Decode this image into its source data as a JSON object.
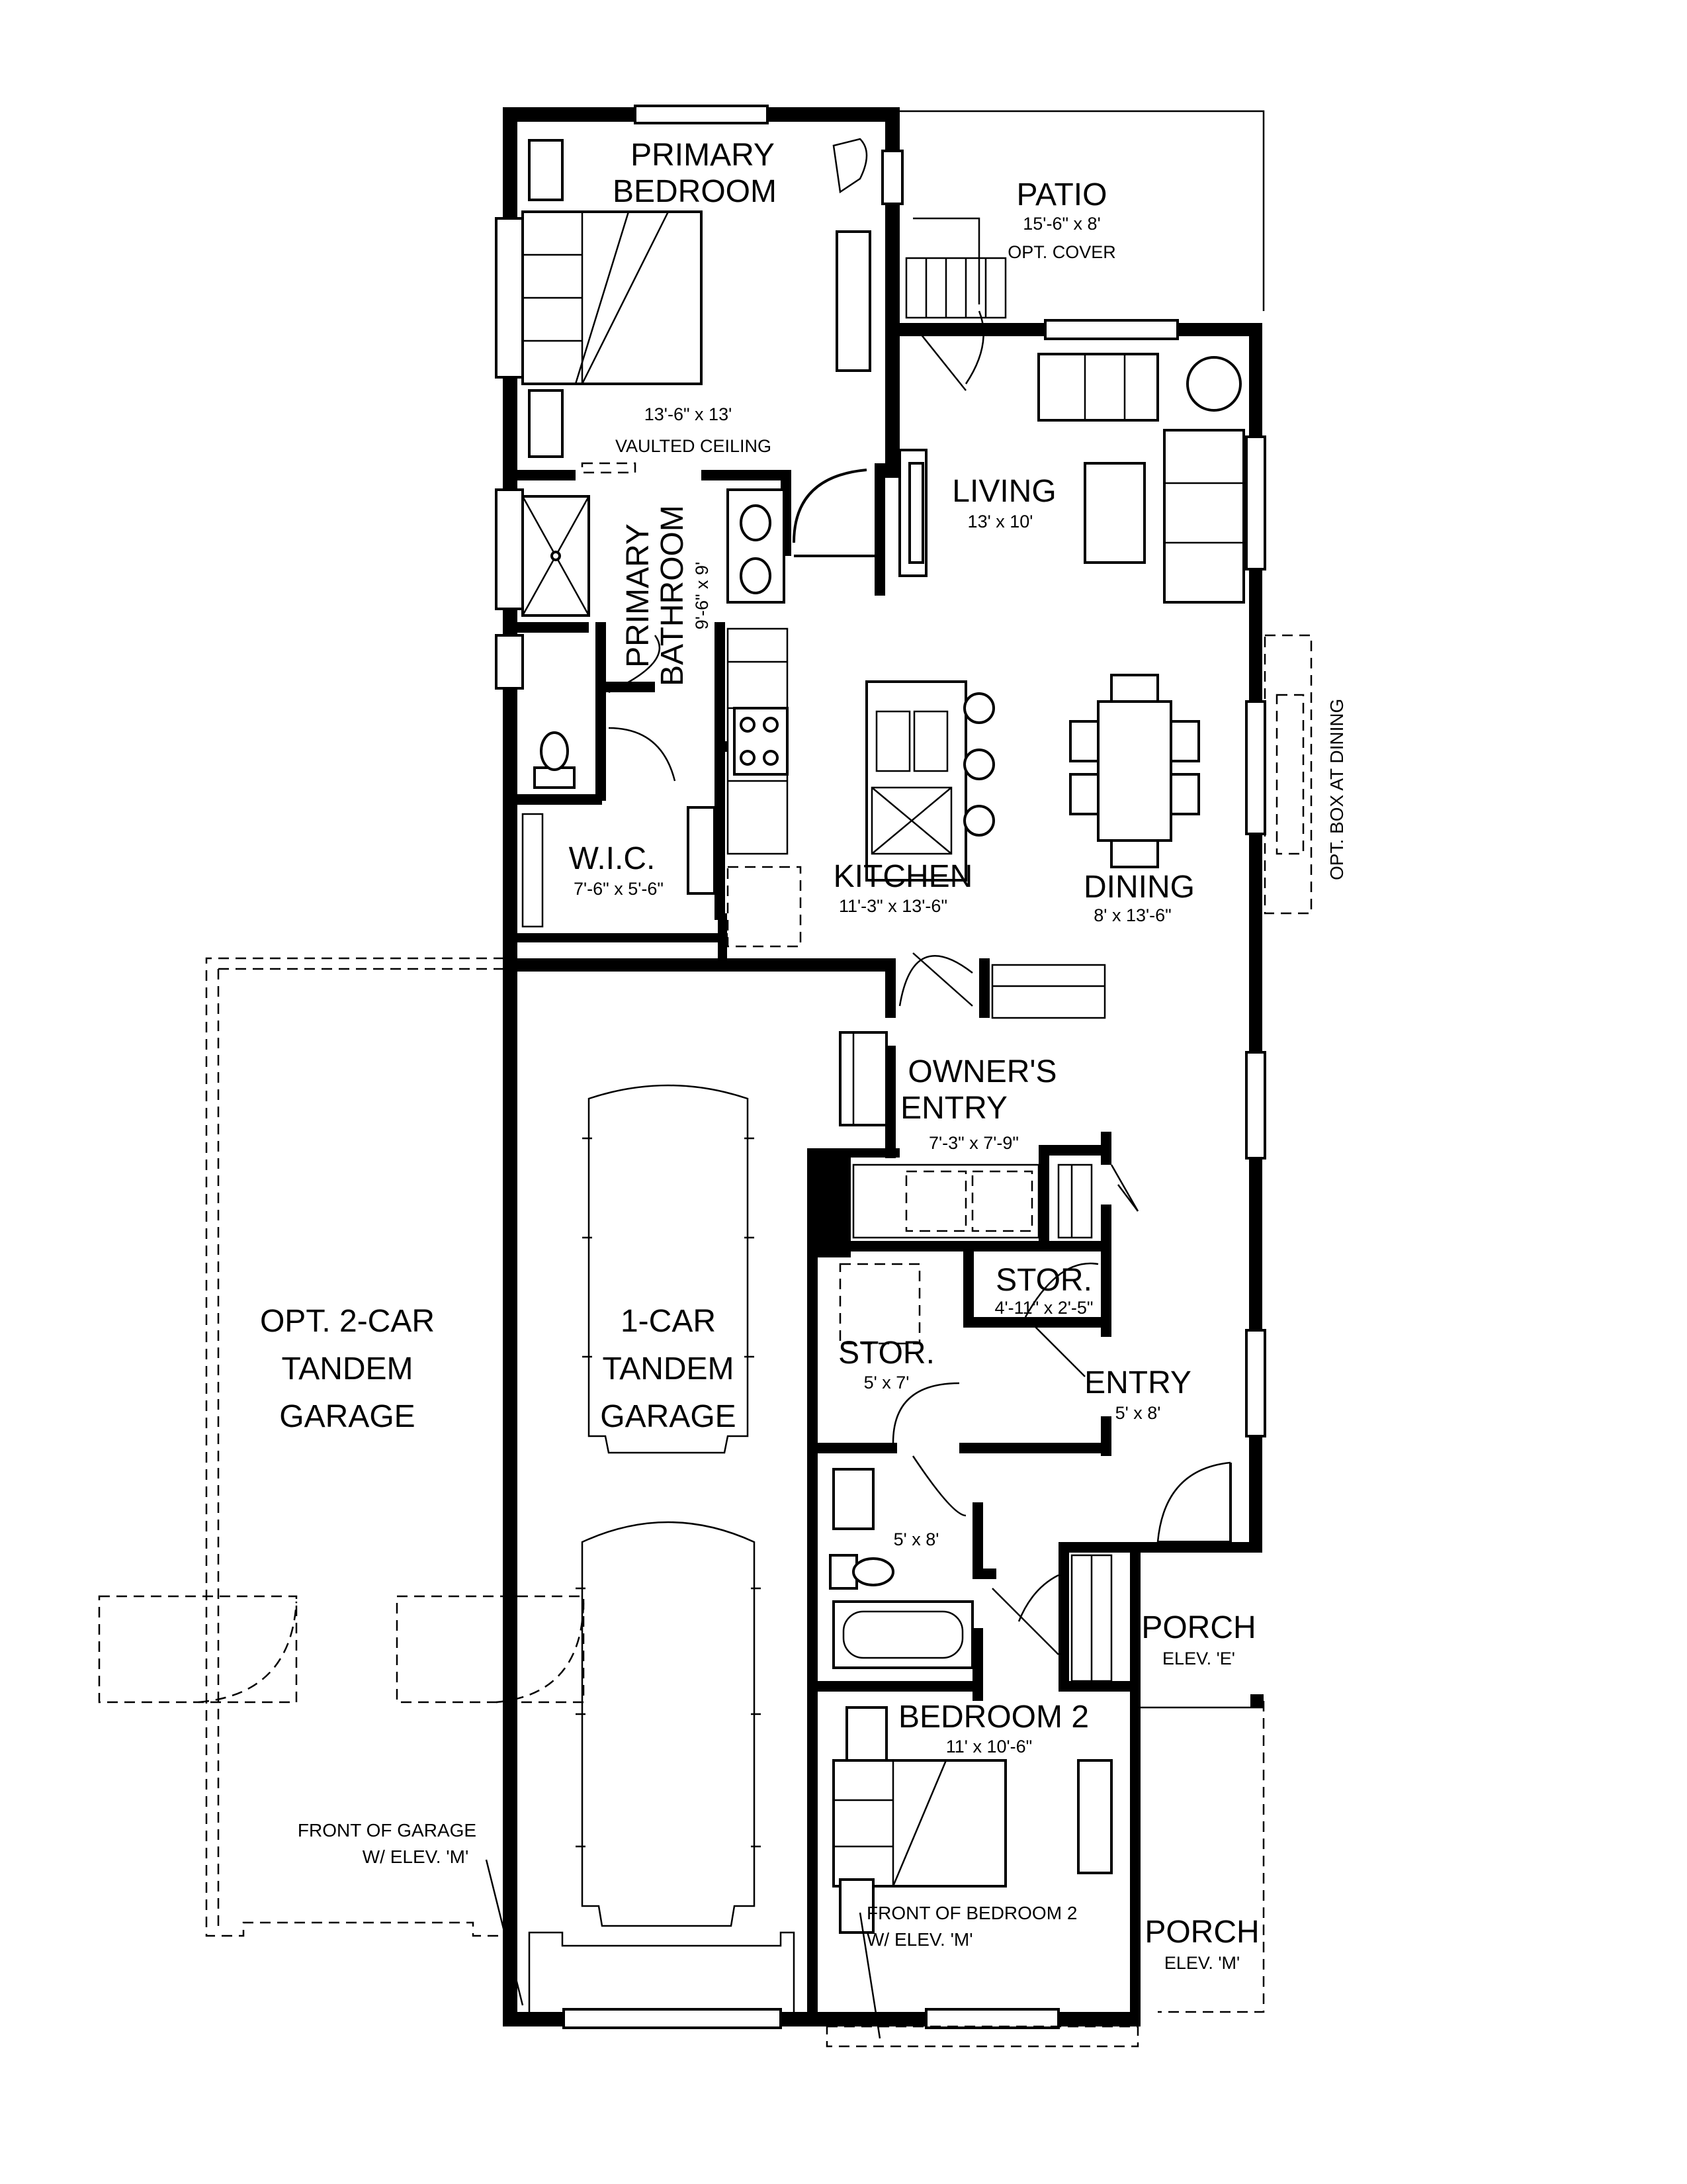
{
  "rooms": {
    "primary_bedroom": {
      "line1": "PRIMARY",
      "line2": "BEDROOM",
      "dim": "13'-6\" x 13'",
      "note": "VAULTED CEILING"
    },
    "patio": {
      "name": "PATIO",
      "dim": "15'-6\" x 8'",
      "note": "OPT. COVER"
    },
    "living": {
      "name": "LIVING",
      "dim": "13' x 10'"
    },
    "primary_bathroom": {
      "line1": "PRIMARY",
      "line2": "BATHROOM",
      "dim": "9'-6\" x 9'"
    },
    "kitchen": {
      "name": "KITCHEN",
      "dim": "11'-3\" x 13'-6\""
    },
    "dining": {
      "name": "DINING",
      "dim": "8' x 13'-6\""
    },
    "wic": {
      "name": "W.I.C.",
      "dim": "7'-6\" x 5'-6\""
    },
    "owners_entry": {
      "line1": "OWNER'S",
      "line2": "ENTRY",
      "dim": "7'-3\" x 7'-9\""
    },
    "stor_small": {
      "name": "STOR.",
      "dim": "4'-11\" x 2'-5\""
    },
    "stor_large": {
      "name": "STOR.",
      "dim": "5' x 7'"
    },
    "entry": {
      "name": "ENTRY",
      "dim": "5' x 8'"
    },
    "bath2": {
      "dim": "5' x 8'"
    },
    "bedroom2": {
      "name": "BEDROOM 2",
      "dim": "11' x 10'-6\""
    },
    "porch_e": {
      "name": "PORCH",
      "note": "ELEV. 'E'"
    },
    "porch_m": {
      "name": "PORCH",
      "note": "ELEV. 'M'"
    },
    "garage_1car": {
      "line1": "1-CAR",
      "line2": "TANDEM",
      "line3": "GARAGE"
    },
    "garage_2car": {
      "line1": "OPT. 2-CAR",
      "line2": "TANDEM",
      "line3": "GARAGE"
    }
  },
  "notes": {
    "opt_box": "OPT. BOX AT DINING",
    "front_garage_1": "FRONT OF GARAGE",
    "front_garage_2": "W/ ELEV. 'M'",
    "front_bed2_1": "FRONT OF BEDROOM 2",
    "front_bed2_2": "W/ ELEV. 'M'"
  }
}
